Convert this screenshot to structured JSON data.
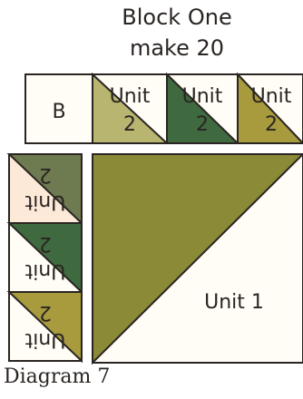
{
  "title": {
    "line1": "Block One",
    "line2": "make 20"
  },
  "top_row": {
    "b_label": "B",
    "units": [
      {
        "label_top": "Unit",
        "label_bottom": "2",
        "color": "#b7b56f"
      },
      {
        "label_top": "Unit",
        "label_bottom": "2",
        "color": "#3f6a40"
      },
      {
        "label_top": "Unit",
        "label_bottom": "2",
        "color": "#a79b3e"
      }
    ]
  },
  "side_column": {
    "units": [
      {
        "label_top": "Unit",
        "label_bottom": "2",
        "color": "#6e7a4f"
      },
      {
        "label_top": "Unit",
        "label_bottom": "2",
        "color": "#3f6a40"
      },
      {
        "label_top": "Unit",
        "label_bottom": "2",
        "color": "#a79b3e"
      }
    ]
  },
  "main_block": {
    "label": "Unit 1",
    "color": "#8b8a37",
    "background": "#fffdf5"
  },
  "caption": "Diagram 7",
  "colors": {
    "cream": "#fffdf5",
    "peach": "#fde9d8",
    "outline": "#2a2522"
  }
}
